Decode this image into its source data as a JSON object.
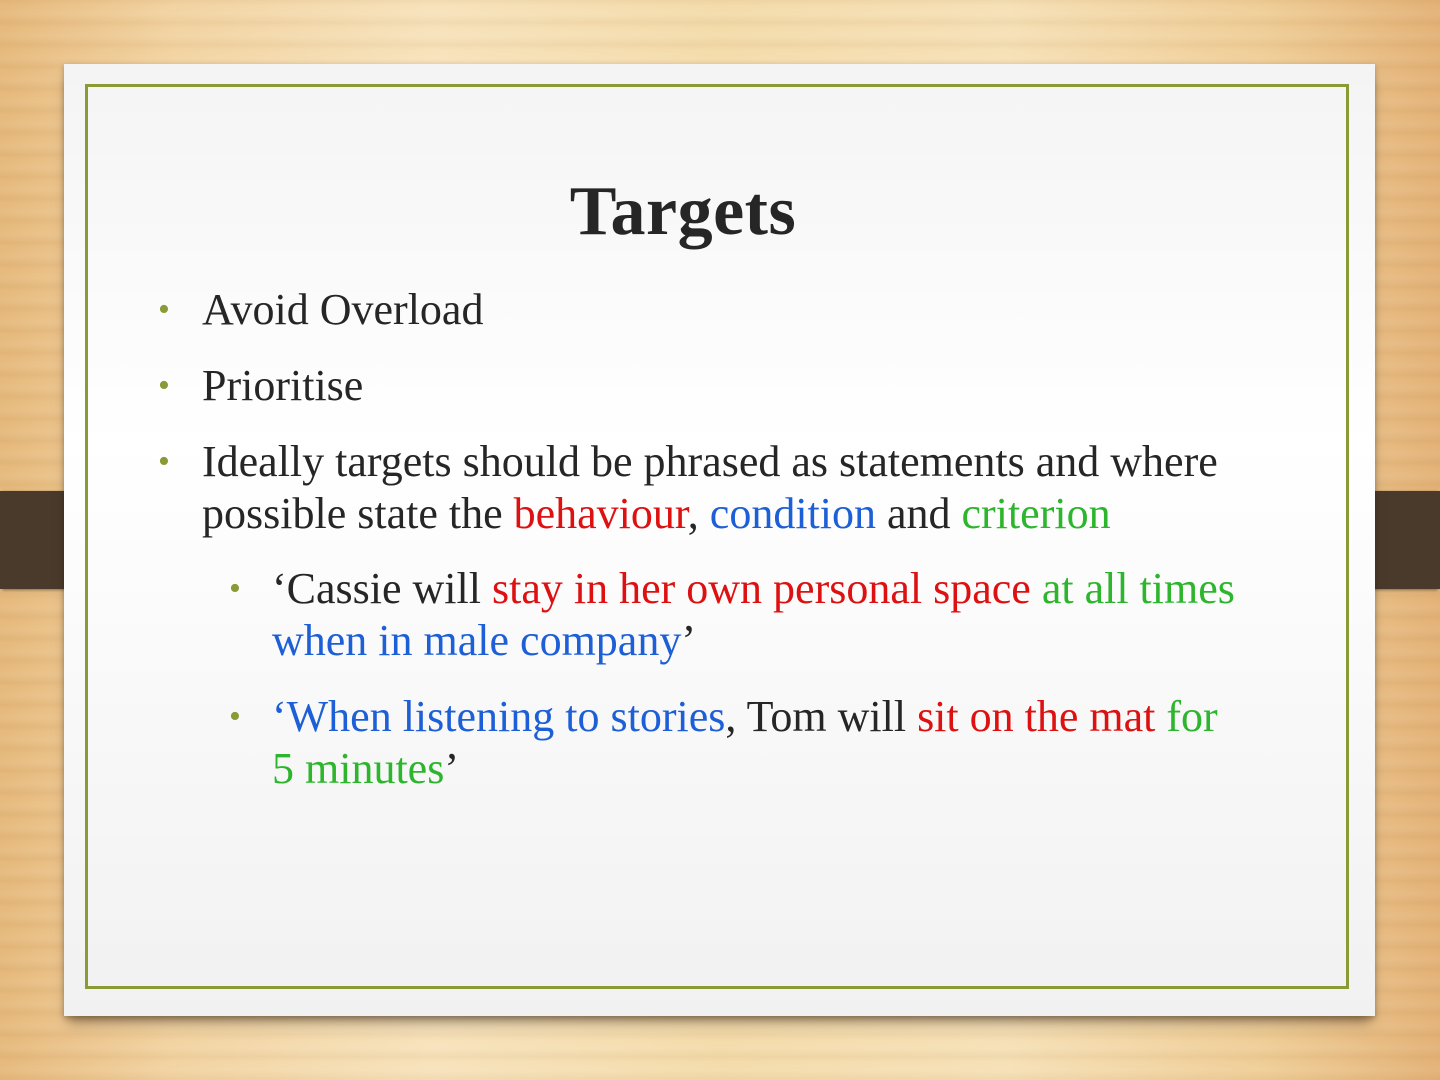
{
  "slide": {
    "title": "Targets",
    "bullet_char": "•",
    "colors": {
      "frame_border": "#8a9a35",
      "behaviour": "#dd1111",
      "condition": "#1d5fd6",
      "criterion": "#2db52d",
      "text": "#262626"
    },
    "items": [
      {
        "text": "Avoid Overload"
      },
      {
        "text": "Prioritise"
      },
      {
        "line1": "Ideally targets should be phrased as statements and where",
        "line2_a": "possible state the ",
        "line2_behaviour": "behaviour",
        "line2_b": ", ",
        "line2_condition": "condition",
        "line2_c": " and ",
        "line2_criterion": "criterion"
      }
    ],
    "sub_items": [
      {
        "p1": "‘Cassie will ",
        "p2_red": "stay in her own personal space",
        "p3_green": " at all times",
        "p4_blue": "when in male company",
        "p5": "’"
      },
      {
        "p1_blue": "‘When listening to stories",
        "p2": ", Tom will ",
        "p3_red": "sit on the mat",
        "p4_green": " for",
        "p5_green": "5 minutes",
        "p6": "’"
      }
    ]
  }
}
